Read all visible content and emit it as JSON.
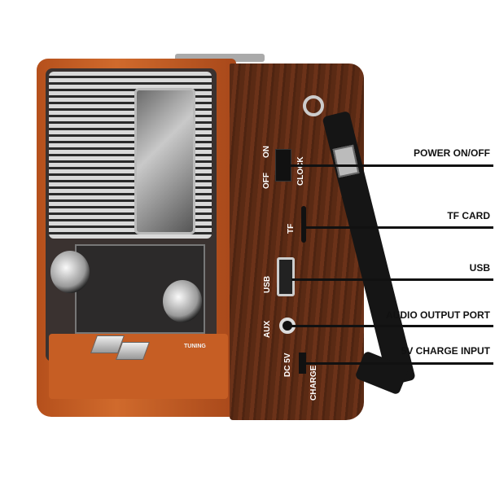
{
  "callouts": [
    {
      "label": "POWER ON/OFF"
    },
    {
      "label": "TF CARD"
    },
    {
      "label": "USB"
    },
    {
      "label": "AUDIO OUTPUT PORT"
    },
    {
      "label": "5V CHARGE INPUT"
    }
  ],
  "device_markings": {
    "off": "OFF",
    "on": "ON",
    "clock": "CLOCK",
    "tf": "TF",
    "usb": "USB",
    "aux": "AUX",
    "dc": "DC 5V",
    "charge": "CHARGE",
    "tuning": "TUNING"
  },
  "colors": {
    "wood": "#5a2a14",
    "frame": "#c65e24",
    "chrome": "#d9d9d9"
  }
}
